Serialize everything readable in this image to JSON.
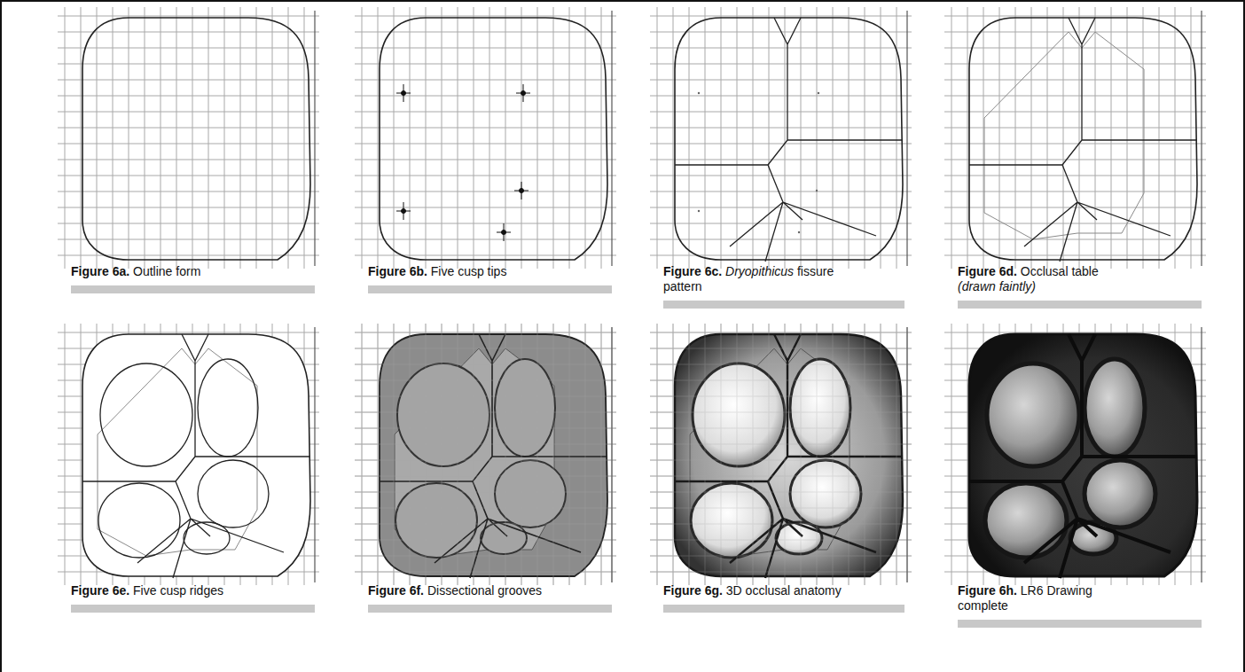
{
  "diagram": {
    "labels": [
      "Figure 6a.",
      "Outline form",
      "Figure 6b.",
      "Five cusp tips",
      "Figure 6c.",
      "Dryopithicus",
      "fissure pattern",
      "Figure 6d.",
      "Occlusal table",
      "(drawn faintly)",
      "Figure 6e.",
      "Five cusp ridges",
      "Figure 6f.",
      "Dissectional grooves",
      "Figure 6g.",
      "3D occlusal anatomy",
      "Figure 6h.",
      "LR6 Drawing complete"
    ]
  }
}
